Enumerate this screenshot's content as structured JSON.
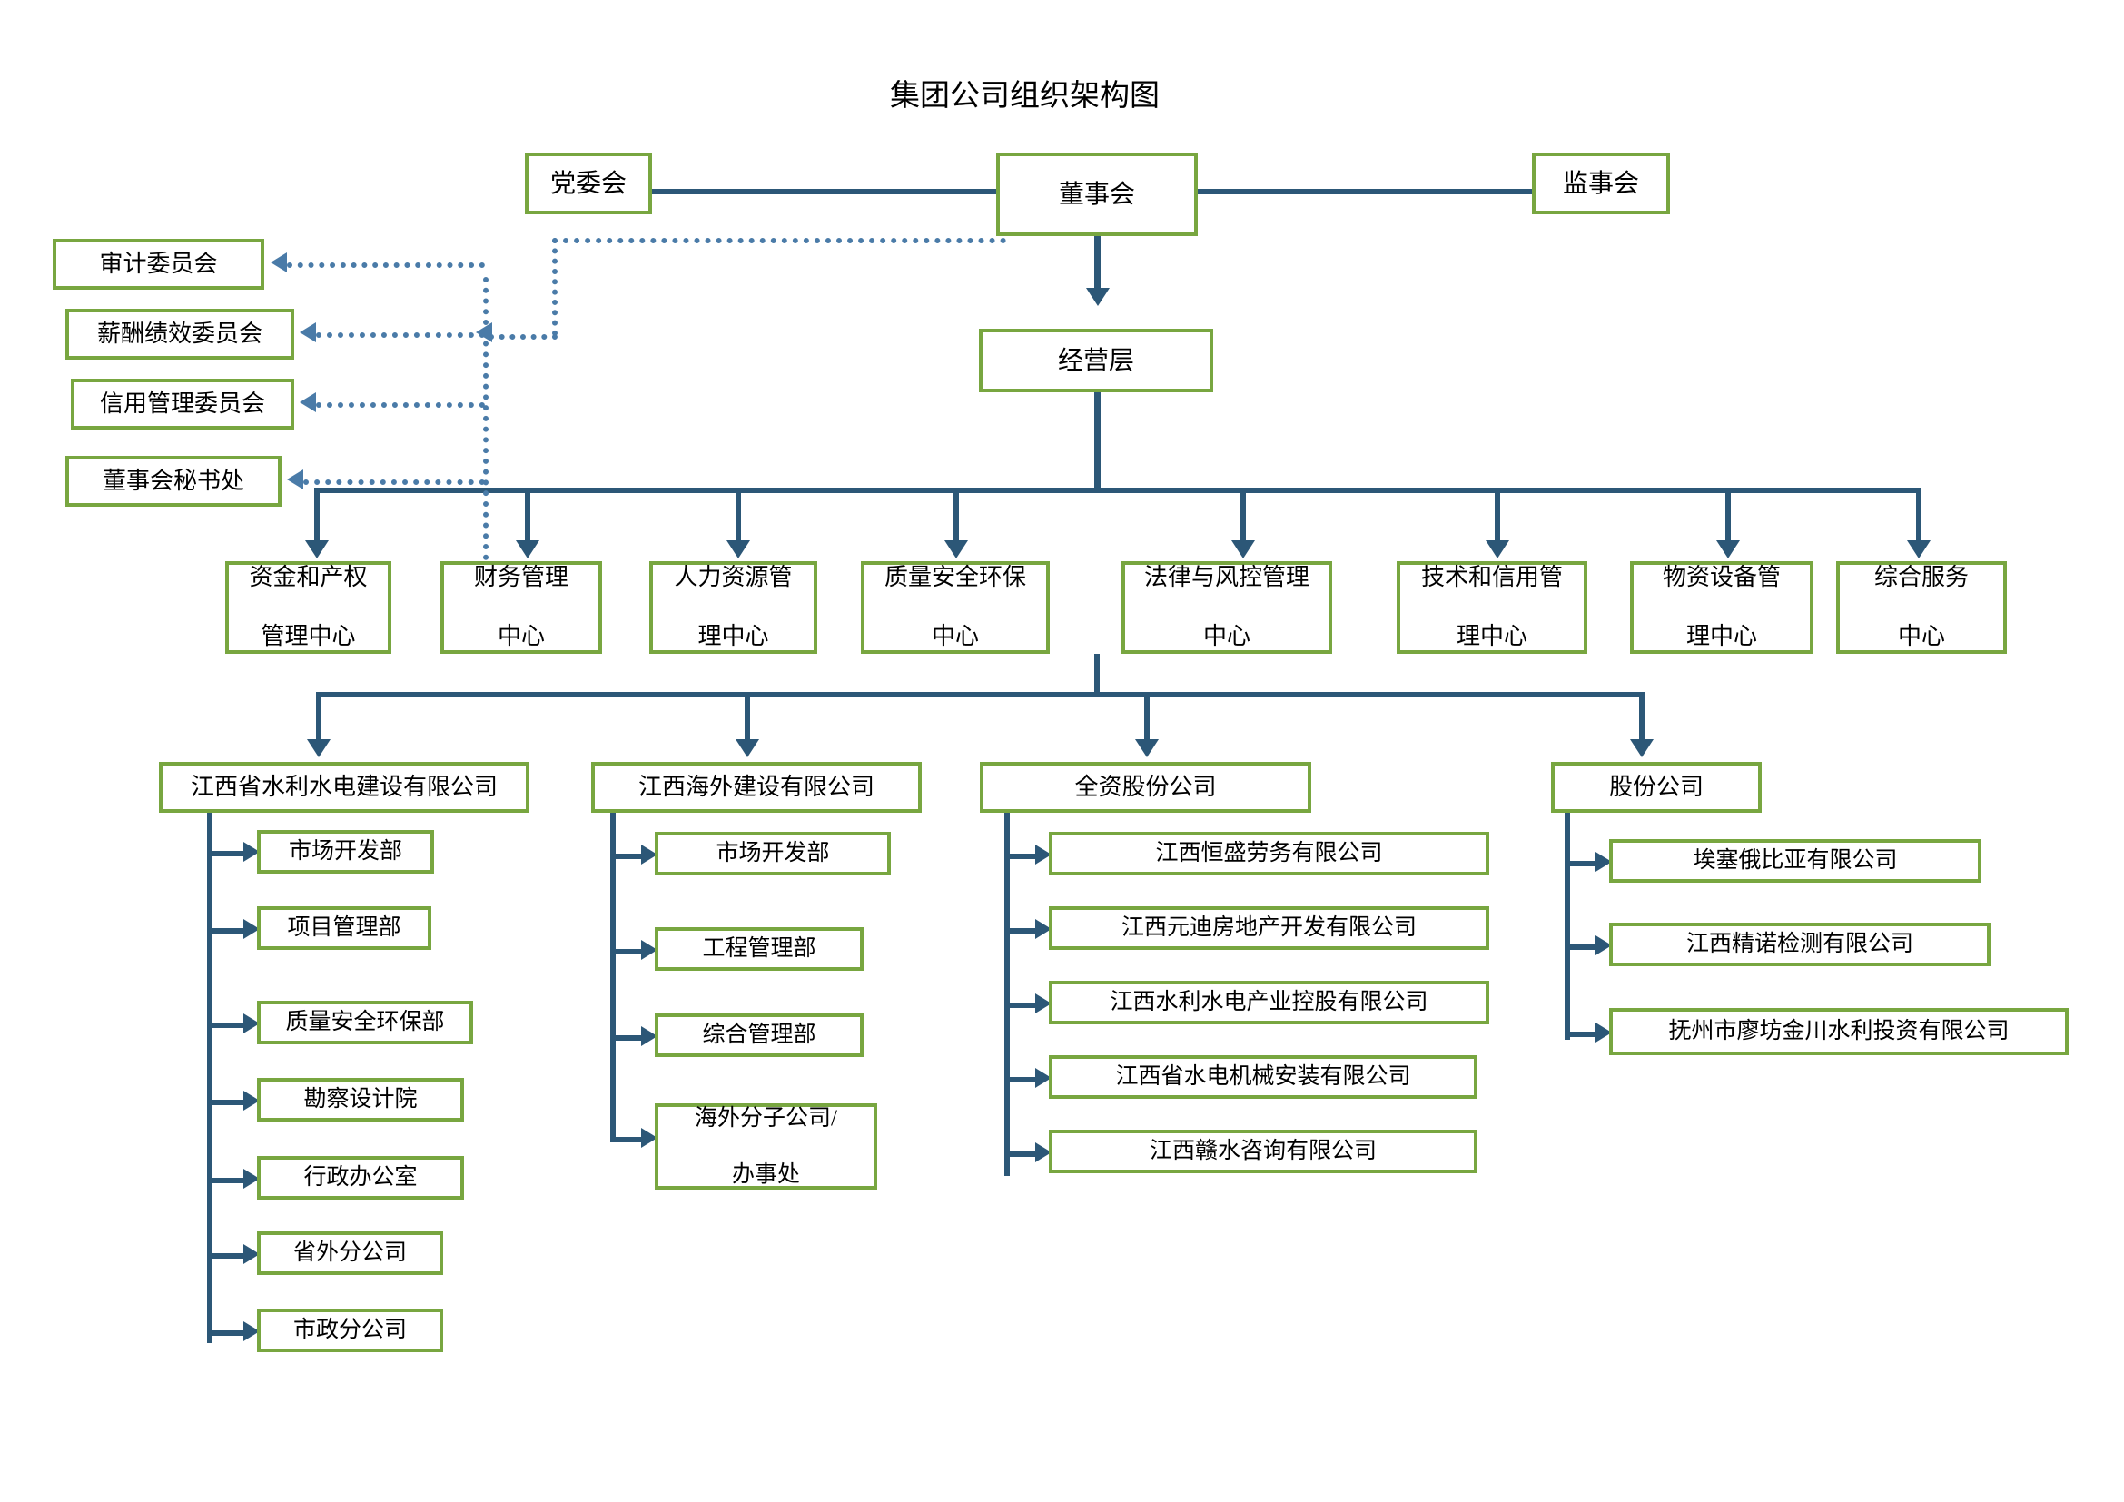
{
  "title": "集团公司组织架构图",
  "top": {
    "party_committee": "党委会",
    "board": "董事会",
    "supervisors": "监事会",
    "management": "经营层"
  },
  "committees": [
    {
      "label": "审计委员会"
    },
    {
      "label": "薪酬绩效委员会"
    },
    {
      "label": "信用管理委员会"
    },
    {
      "label": "董事会秘书处"
    }
  ],
  "centers": [
    {
      "line1": "资金和产权",
      "line2": "管理中心"
    },
    {
      "line1": "财务管理",
      "line2": "中心"
    },
    {
      "line1": "人力资源管",
      "line2": "理中心"
    },
    {
      "line1": "质量安全环保",
      "line2": "中心"
    },
    {
      "line1": "法律与风控管理",
      "line2": "中心"
    },
    {
      "line1": "技术和信用管",
      "line2": "理中心"
    },
    {
      "line1": "物资设备管",
      "line2": "理中心"
    },
    {
      "line1": "综合服务",
      "line2": "中心"
    }
  ],
  "divisions": [
    {
      "name": "江西省水利水电建设有限公司",
      "children": [
        {
          "label": "市场开发部"
        },
        {
          "label": "项目管理部"
        },
        {
          "label": "质量安全环保部"
        },
        {
          "label": "勘察设计院"
        },
        {
          "label": "行政办公室"
        },
        {
          "label": "省外分公司"
        },
        {
          "label": "市政分公司"
        }
      ]
    },
    {
      "name": "江西海外建设有限公司",
      "children": [
        {
          "label": "市场开发部"
        },
        {
          "label": "工程管理部"
        },
        {
          "label": "综合管理部"
        },
        {
          "line1": "海外分子公司/",
          "line2": "办事处"
        }
      ]
    },
    {
      "name": "全资股份公司",
      "children": [
        {
          "label": "江西恒盛劳务有限公司"
        },
        {
          "label": "江西元迪房地产开发有限公司"
        },
        {
          "label": "江西水利水电产业控股有限公司"
        },
        {
          "label": "江西省水电机械安装有限公司"
        },
        {
          "label": "江西赣水咨询有限公司"
        }
      ]
    },
    {
      "name": "股份公司",
      "children": [
        {
          "label": "埃塞俄比亚有限公司"
        },
        {
          "label": "江西精诺检测有限公司"
        },
        {
          "label": "抚州市廖坊金川水利投资有限公司"
        }
      ]
    }
  ],
  "colors": {
    "box_border": "#78a640",
    "connector": "#2c5777",
    "dotted": "#4a7ba8"
  }
}
